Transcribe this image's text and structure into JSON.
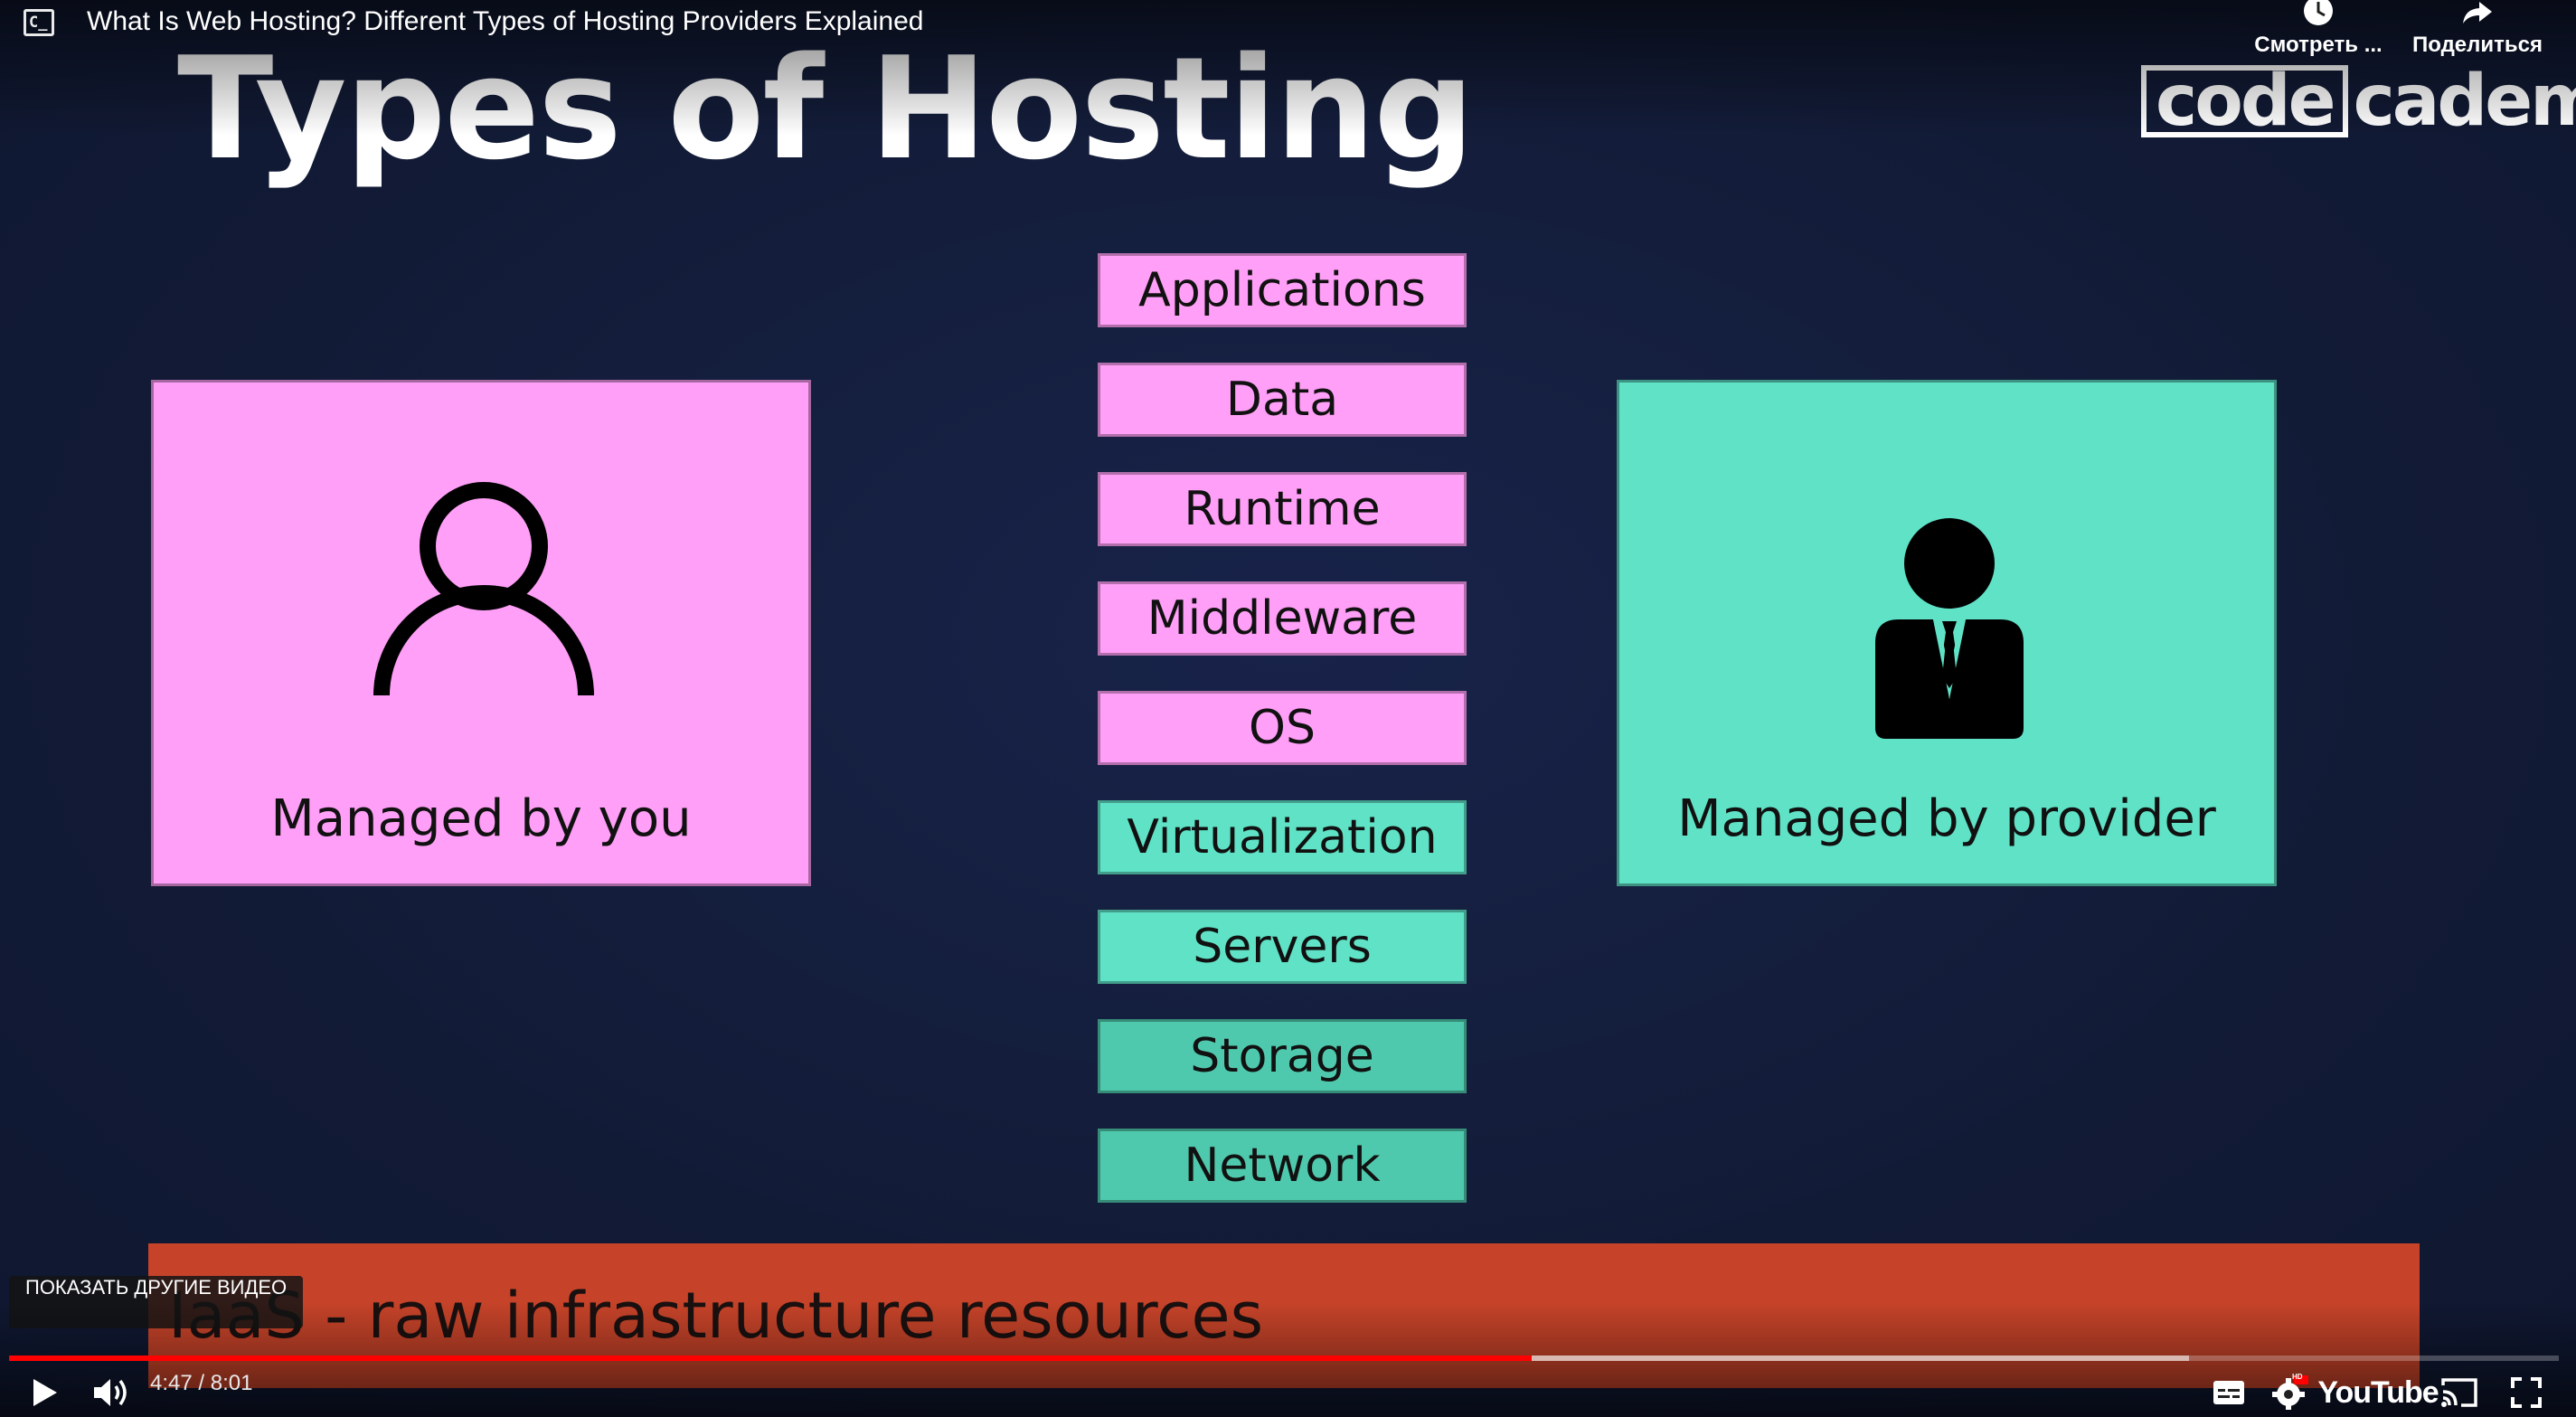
{
  "player": {
    "video_title": "What Is Web Hosting? Different Types of Hosting Providers Explained",
    "channel_icon_text": "C_",
    "watch_later_label": "Смотреть ...",
    "share_label": "Поделиться",
    "more_videos_label": "ПОКАЗАТЬ ДРУГИЕ ВИДЕО",
    "time_display": "4:47 / 8:01",
    "progress_fraction": 0.597,
    "buffered_fraction": 0.855,
    "youtube_word": "YouTube",
    "hd_badge": "HD",
    "accent_color": "#ff0000"
  },
  "slide": {
    "title": "Types of Hosting",
    "logo": {
      "boxed": "code",
      "rest": "cademy"
    },
    "left_panel": {
      "caption": "Managed by you",
      "icon": "user-outline-icon",
      "color": "#ff9ff7"
    },
    "right_panel": {
      "caption": "Managed by provider",
      "icon": "businessman-icon",
      "color": "#5fe2c6"
    },
    "stack": [
      {
        "label": "Applications",
        "managed_by": "you"
      },
      {
        "label": "Data",
        "managed_by": "you"
      },
      {
        "label": "Runtime",
        "managed_by": "you"
      },
      {
        "label": "Middleware",
        "managed_by": "you"
      },
      {
        "label": "OS",
        "managed_by": "you"
      },
      {
        "label": "Virtualization",
        "managed_by": "provider"
      },
      {
        "label": "Servers",
        "managed_by": "provider"
      },
      {
        "label": "Storage",
        "managed_by": "provider"
      },
      {
        "label": "Network",
        "managed_by": "provider"
      }
    ],
    "banner_text": "IaaS - raw infrastructure resources",
    "banner_color": "#c64329"
  }
}
